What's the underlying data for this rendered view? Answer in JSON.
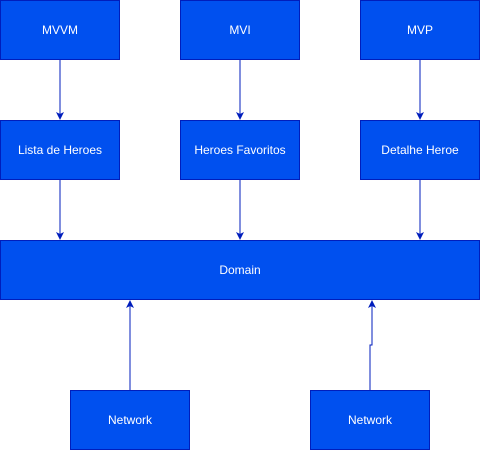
{
  "colors": {
    "box_fill": "#0050ef",
    "box_border": "#001dbc",
    "text": "#ffffff",
    "edge": "#001dbc",
    "background": "#ffffff"
  },
  "nodes": {
    "mvvm": "MVVM",
    "mvi": "MVI",
    "mvp": "MVP",
    "lista_de_heroes": "Lista de Heroes",
    "heroes_favoritos": "Heroes Favoritos",
    "detalhe_heroe": "Detalhe Heroe",
    "domain": "Domain",
    "network_left": "Network",
    "network_right": "Network"
  },
  "edges": [
    {
      "from": "mvvm",
      "to": "lista_de_heroes"
    },
    {
      "from": "mvi",
      "to": "heroes_favoritos"
    },
    {
      "from": "mvp",
      "to": "detalhe_heroe"
    },
    {
      "from": "lista_de_heroes",
      "to": "domain"
    },
    {
      "from": "heroes_favoritos",
      "to": "domain"
    },
    {
      "from": "detalhe_heroe",
      "to": "domain"
    },
    {
      "from": "network_left",
      "to": "domain"
    },
    {
      "from": "network_right",
      "to": "domain"
    }
  ]
}
